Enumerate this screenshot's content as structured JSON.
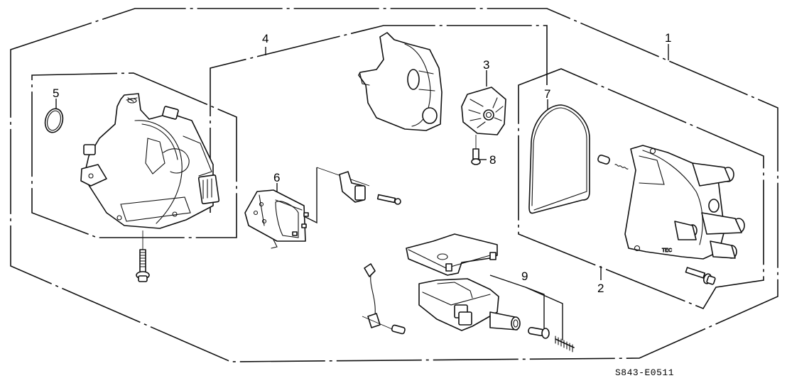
{
  "diagram": {
    "type": "exploded-parts-diagram",
    "subject": "Distributor assembly",
    "reference_code": "S843-E0511",
    "callouts": [
      {
        "id": "1",
        "label": "1",
        "part": "distributor-assembly"
      },
      {
        "id": "2",
        "label": "2",
        "part": "distributor-cap"
      },
      {
        "id": "3",
        "label": "3",
        "part": "rotor"
      },
      {
        "id": "4",
        "label": "4",
        "part": "housing-assembly"
      },
      {
        "id": "5",
        "label": "5",
        "part": "o-ring"
      },
      {
        "id": "6",
        "label": "6",
        "part": "igniter-unit"
      },
      {
        "id": "7",
        "label": "7",
        "part": "cap-seal"
      },
      {
        "id": "8",
        "label": "8",
        "part": "rotor-screw"
      },
      {
        "id": "9",
        "label": "9",
        "part": "ignition-coil"
      }
    ],
    "cap_marking": "TEC"
  }
}
